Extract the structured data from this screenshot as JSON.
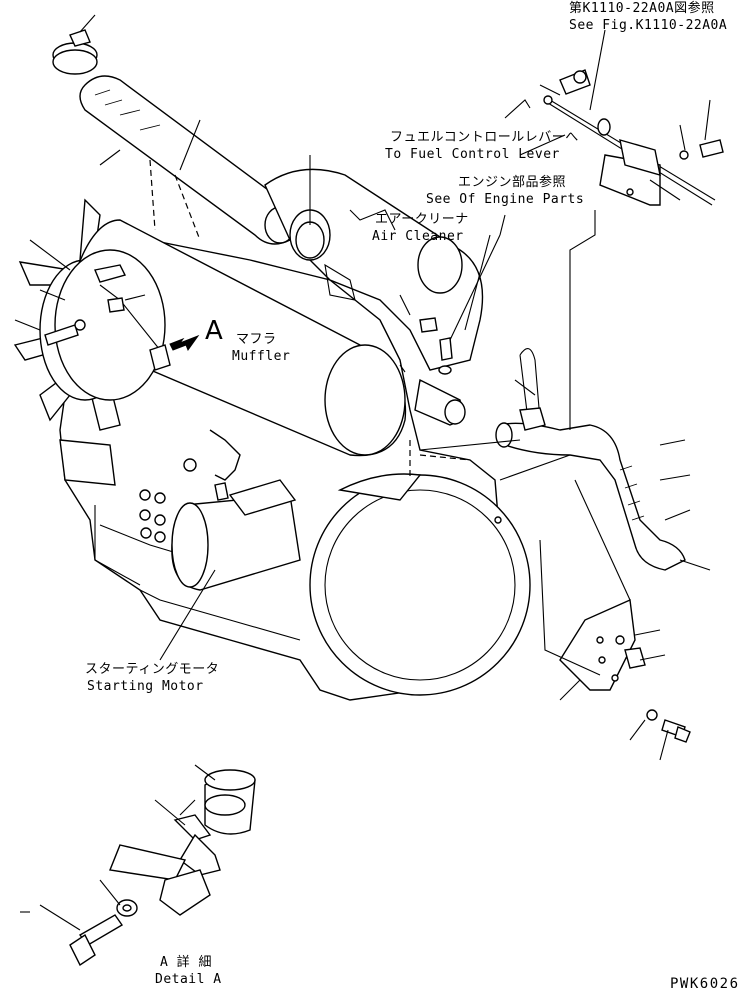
{
  "labels": {
    "ref_jp": "第K1110-22A0A図参照",
    "ref_en": "See Fig.K1110-22A0A",
    "fuel_jp": "フュエルコントロールレバーへ",
    "fuel_en": "To Fuel Control Lever",
    "engine_parts_jp": "エンジン部品参照",
    "engine_parts_en": "See Of Engine Parts",
    "air_cleaner_jp": "エアークリーナ",
    "air_cleaner_en": "Air Cleaner",
    "view_a": "A",
    "muffler_jp": "マフラ",
    "muffler_en": "Muffler",
    "starting_motor_jp": "スターティングモータ",
    "starting_motor_en": "Starting Motor",
    "detail_jp": "A 詳 細",
    "detail_en": "Detail A",
    "drawing_code": "PWK6026"
  }
}
